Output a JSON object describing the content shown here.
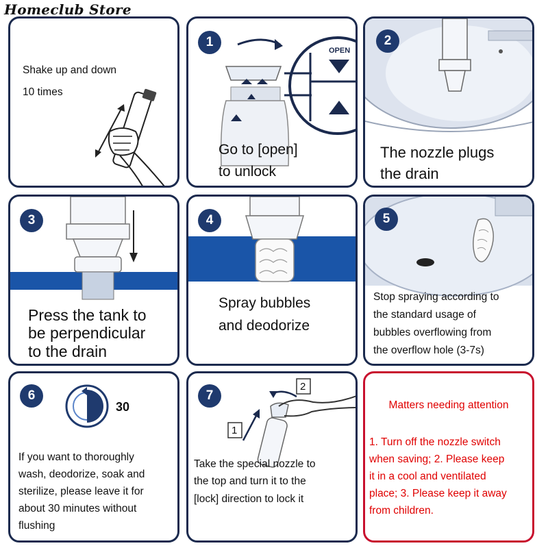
{
  "store_name": "Homeclub Store",
  "step0": {
    "text_line1": "Shake up and down",
    "text_line2": "10 times"
  },
  "step1": {
    "number": "1",
    "label_open": "OPEN",
    "text_line1": "Go to [open]",
    "text_line2": "to unlock"
  },
  "step2": {
    "number": "2",
    "text_line1": "The nozzle plugs",
    "text_line2": "the drain"
  },
  "step3": {
    "number": "3",
    "text_line1": "Press the tank to",
    "text_line2": "be perpendicular",
    "text_line3": "to the drain"
  },
  "step4": {
    "number": "4",
    "text_line1": "Spray bubbles",
    "text_line2": "and deodorize"
  },
  "step5": {
    "number": "5",
    "text_line1": "Stop spraying according to",
    "text_line2": "the standard usage of",
    "text_line3": "bubbles overflowing from",
    "text_line4": "the overflow hole (3-7s)"
  },
  "step6": {
    "number": "6",
    "timer_value": "30",
    "text_line1": "If you want to thoroughly",
    "text_line2": "wash, deodorize, soak and",
    "text_line3": "sterilize, please leave it for",
    "text_line4": "about 30 minutes without",
    "text_line5": "flushing"
  },
  "step7": {
    "number": "7",
    "mark1": "1",
    "mark2": "2",
    "text_line1": "Take the special nozzle to",
    "text_line2": "the top and turn it to the",
    "text_line3": "[lock] direction to lock it"
  },
  "attention": {
    "title": "Matters needing attention",
    "line1": "1. Turn off the nozzle switch",
    "line2": "when saving; 2. Please keep",
    "line3": "it in a cool and ventilated",
    "line4": "place; 3. Please keep it away",
    "line5": "from children."
  },
  "colors": {
    "navy": "#1f3a6e",
    "blue_band": "#1a55a8",
    "red": "#e00000",
    "border": "#1b2a4e"
  }
}
